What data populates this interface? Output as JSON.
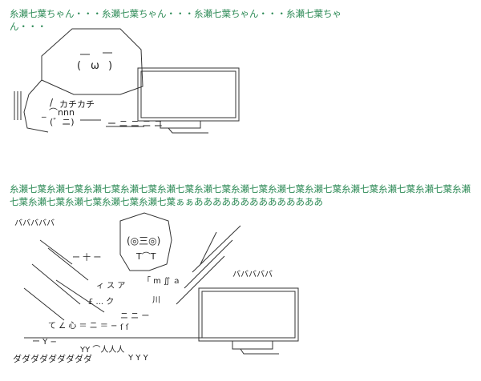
{
  "caption_top": "糸瀬七葉ちゃん・・・糸瀬七葉ちゃん・・・糸瀬七葉ちゃん・・・糸瀬七葉ちゃん・・・",
  "caption_middle": "糸瀬七葉糸瀬七葉糸瀬七葉糸瀬七葉糸瀬七葉糸瀬七葉糸瀬七葉糸瀬七葉糸瀬七葉糸瀬七葉糸瀬七葉糸瀬七葉糸瀬七葉糸瀬七葉糸瀬七葉糸瀬七葉糸瀬七葉ぁぁああああああああああああああ",
  "art_top": {
    "sfx_click": "カチカチ"
  },
  "art_bottom": {
    "sfx_left": "バババババ",
    "sfx_right": "バババババ",
    "sfx_bottom": "ダダダダダダダダダ"
  }
}
